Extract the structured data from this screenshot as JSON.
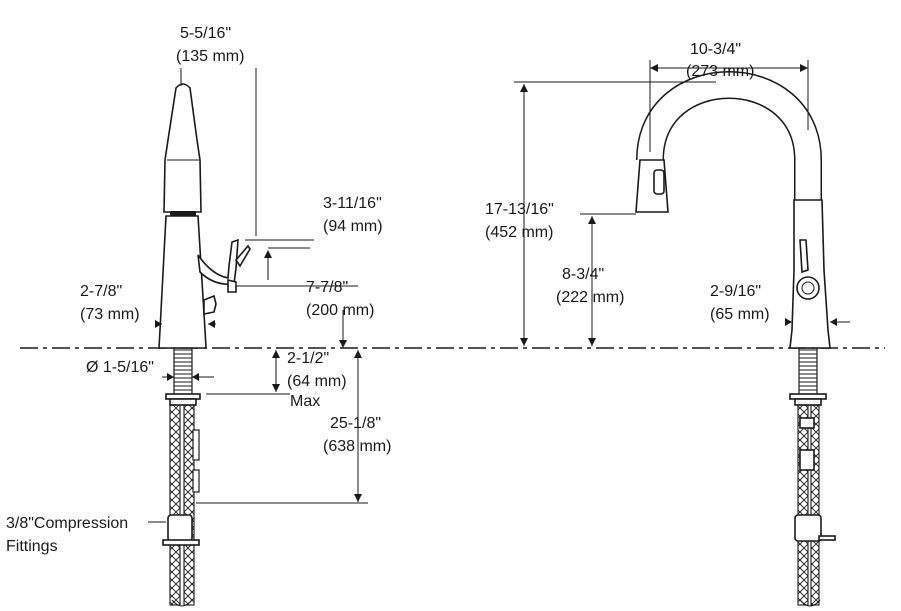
{
  "side_view": {
    "spout_projection": {
      "imperial": "5-5/16\"",
      "metric": "(135 mm)"
    },
    "handle_height": {
      "imperial": "3-11/16\"",
      "metric": "(94 mm)"
    },
    "spout_height": {
      "imperial": "7-7/8\"",
      "metric": "(200 mm)"
    },
    "base_width": {
      "imperial": "2-7/8\"",
      "metric": "(73 mm)"
    },
    "shank_diameter": {
      "imperial": "Ø 1-5/16\""
    },
    "deck_thickness": {
      "imperial": "2-1/2\"",
      "metric": "(64 mm)",
      "note": "Max"
    },
    "supply_length": {
      "imperial": "25-1/8\"",
      "metric": "(638 mm)"
    },
    "fittings_note": {
      "line1": "3/8\"Compression",
      "line2": "Fittings"
    }
  },
  "front_view": {
    "spout_reach": {
      "imperial": "10-3/4\"",
      "metric": "(273 mm)"
    },
    "overall_height": {
      "imperial": "17-13/16\"",
      "metric": "(452 mm)"
    },
    "spray_height": {
      "imperial": "8-3/4\"",
      "metric": "(222 mm)"
    },
    "base_width": {
      "imperial": "2-9/16\"",
      "metric": "(65 mm)"
    }
  }
}
